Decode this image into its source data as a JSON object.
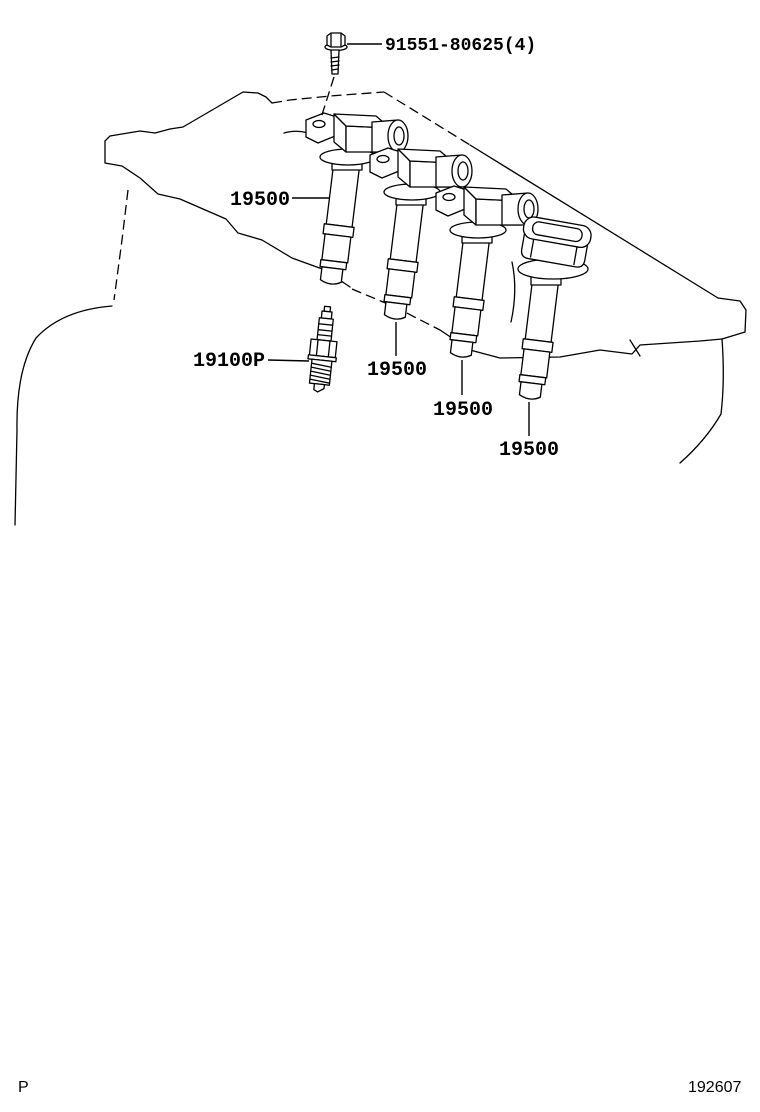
{
  "callouts": {
    "bolt": "91551-80625(4)",
    "coil_1": "19500",
    "spark_plug": "19100P",
    "coil_2": "19500",
    "coil_3": "19500",
    "coil_4": "19500"
  },
  "footer": {
    "left": "P",
    "right": "192607"
  }
}
